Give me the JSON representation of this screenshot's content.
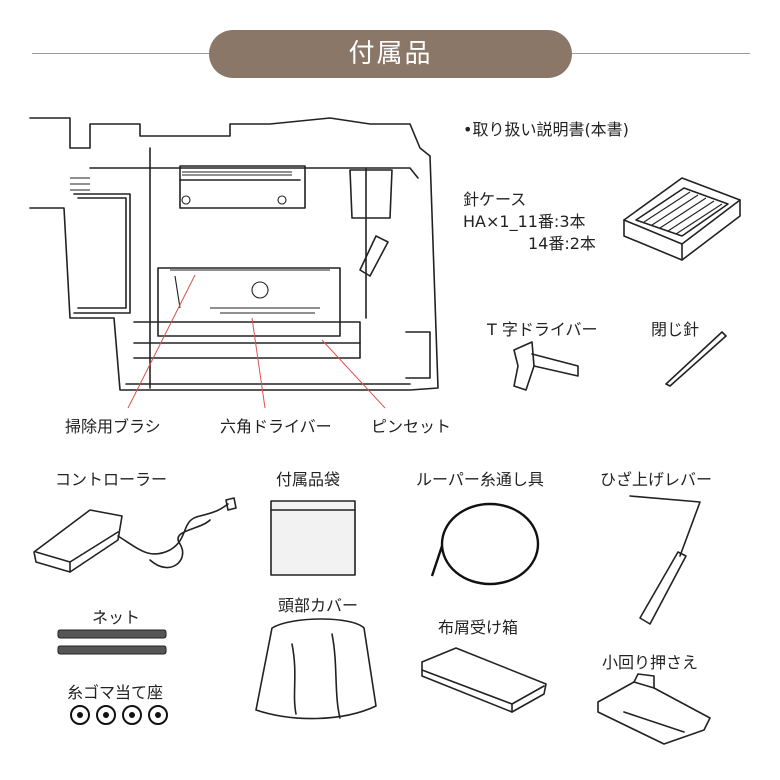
{
  "header": {
    "title": "付属品"
  },
  "items": {
    "manual": "•取り扱い説明書(本書)",
    "needle_case": {
      "title": "針ケース",
      "line1": "HA×1_11番:3本",
      "line2": "14番:2本"
    },
    "t_driver": "T 字ドライバー",
    "closing_needle": "閉じ針",
    "brush": "掃除用ブラシ",
    "hex_driver": "六角ドライバー",
    "tweezers": "ピンセット",
    "controller": "コントローラー",
    "accessory_bag": "付属品袋",
    "looper_threader": "ルーパー糸通し具",
    "knee_lever": "ひざ上げレバー",
    "net": "ネット",
    "head_cover": "頭部カバー",
    "waste_box": "布屑受け箱",
    "thread_pad": "糸ゴマ当て座",
    "small_foot": "小回り押さえ"
  },
  "colors": {
    "accent": "#8a7767",
    "leader": "#d9534f",
    "line": "#222222"
  }
}
